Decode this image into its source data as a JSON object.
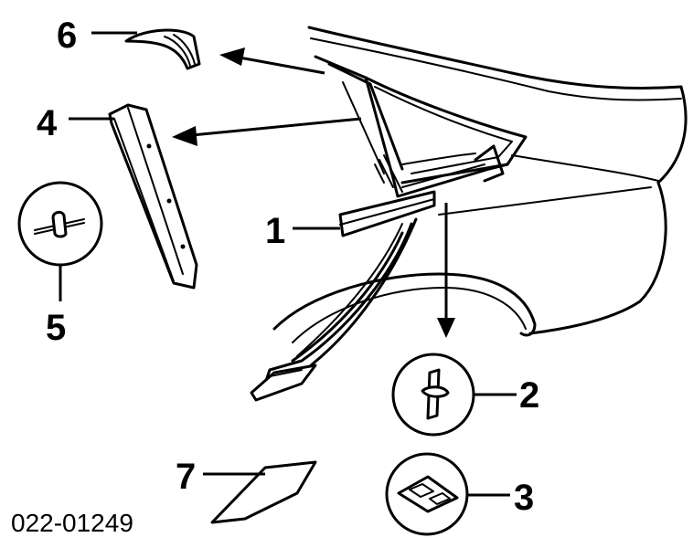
{
  "diagram": {
    "callouts": [
      {
        "id": "1",
        "label": "1"
      },
      {
        "id": "2",
        "label": "2"
      },
      {
        "id": "3",
        "label": "3"
      },
      {
        "id": "4",
        "label": "4"
      },
      {
        "id": "5",
        "label": "5"
      },
      {
        "id": "6",
        "label": "6"
      },
      {
        "id": "7",
        "label": "7"
      }
    ],
    "part_number": "022-01249"
  },
  "colors": {
    "ink": "#000000",
    "paper": "#ffffff"
  }
}
